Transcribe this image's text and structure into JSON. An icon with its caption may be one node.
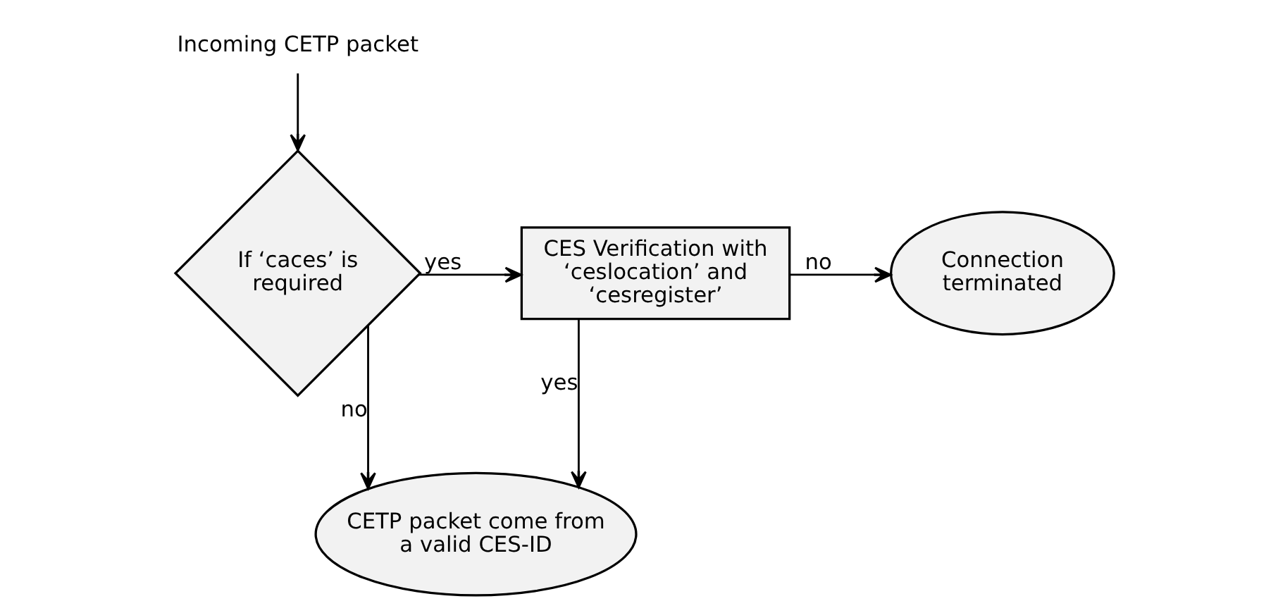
{
  "diagram": {
    "nodes": [
      {
        "text": [
          "Incoming CETP packet"
        ]
      },
      {
        "text": [
          "If ‘caces’ is required"
        ]
      },
      {
        "text": [
          "CES Verification with ‘ceslocation’ and ‘cesregister’"
        ]
      },
      {
        "text": [
          "Connection terminated"
        ]
      },
      {
        "text": [
          "CETP packet come from a valid CES-ID"
        ]
      }
    ],
    "edges": [
      {
        "from": 0,
        "to": 1,
        "arrow": "to"
      },
      {
        "from": 1,
        "to": 2,
        "arrow": "to",
        "label": "yes"
      },
      {
        "from": 2,
        "to": 3,
        "arrow": "to",
        "label": "no"
      },
      {
        "from": 1,
        "to": 4,
        "arrow": "to",
        "label": "no"
      },
      {
        "from": 2,
        "to": 4,
        "arrow": "to",
        "label": "yes"
      }
    ]
  }
}
